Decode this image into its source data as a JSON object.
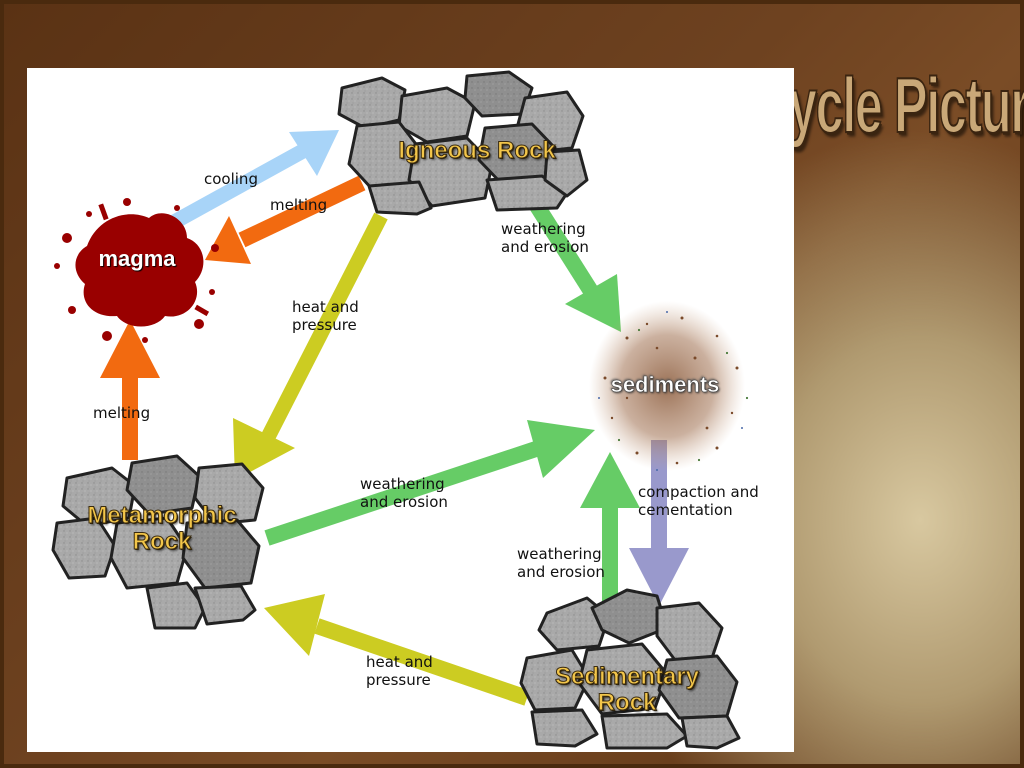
{
  "slide": {
    "title": "A Rock Cycle Picture"
  },
  "diagram": {
    "nodes": {
      "igneous": "Igneous Rock",
      "magma": "magma",
      "sediments": "sediments",
      "metamorphic_line1": "Metamorphic",
      "metamorphic_line2": "Rock",
      "sedimentary_line1": "Sedimentary",
      "sedimentary_line2": "Rock"
    },
    "edges": {
      "cooling": "cooling",
      "melting_igneous": "melting",
      "melting_metamorphic": "melting",
      "igneous_weathering_1": "weathering",
      "igneous_weathering_2": "and erosion",
      "igneous_heat_1": "heat and",
      "igneous_heat_2": "pressure",
      "metamorphic_weathering_1": "weathering",
      "metamorphic_weathering_2": "and erosion",
      "compaction_1": "compaction and",
      "compaction_2": "cementation",
      "sedimentary_weathering_1": "weathering",
      "sedimentary_weathering_2": "and erosion",
      "sedimentary_heat_1": "heat and",
      "sedimentary_heat_2": "pressure"
    },
    "colors": {
      "cooling": "#a8d4f8",
      "melting": "#f26a10",
      "weathering": "#66cc66",
      "heat_pressure": "#cccc22",
      "compaction": "#9999cc",
      "rock_fill": "#a3a3a3",
      "magma": "#990000"
    }
  }
}
